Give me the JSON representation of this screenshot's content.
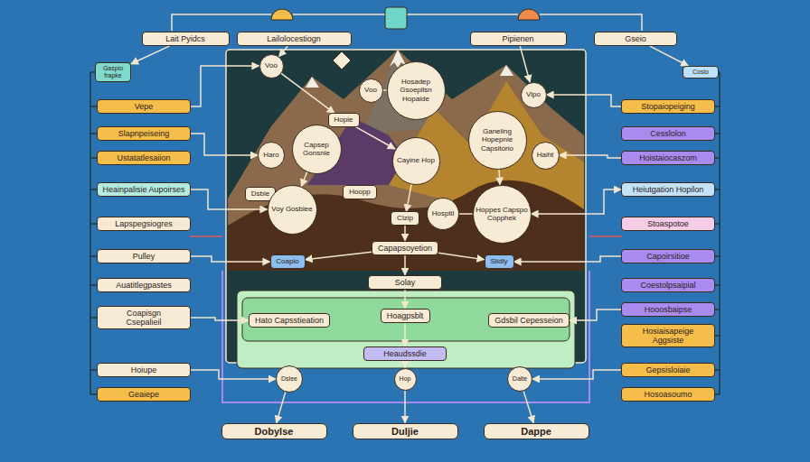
{
  "diagram": {
    "nodes": [
      {
        "text": [
          "Lait Pyidcs"
        ]
      },
      {
        "text": [
          "Lailolocestiogn"
        ]
      },
      {
        "text": [
          "Pipienen"
        ]
      },
      {
        "text": [
          "Gseio"
        ]
      },
      {
        "text": [
          "Gaspio frapke"
        ]
      },
      {
        "text": [
          "Vepe"
        ]
      },
      {
        "text": [
          "Slapnpeiseing"
        ]
      },
      {
        "text": [
          "Ustatatlesaiion"
        ]
      },
      {
        "text": [
          "Heainpalisie Aupoirses"
        ]
      },
      {
        "text": [
          "Lapspegsiogres"
        ]
      },
      {
        "text": [
          "Pulley"
        ]
      },
      {
        "text": [
          "Auatitlegpastes"
        ]
      },
      {
        "text": [
          "Coapisgn",
          "Csepalieil"
        ]
      },
      {
        "text": [
          "Hoiupe"
        ]
      },
      {
        "text": [
          "Geaiepe"
        ]
      },
      {
        "text": [
          "Voo"
        ]
      },
      {
        "text": [
          "Voo"
        ]
      },
      {
        "text": [
          "Hosadep Gsoepilsn Hopaide"
        ]
      },
      {
        "text": [
          "Vipo"
        ]
      },
      {
        "text": [
          "Hopie"
        ]
      },
      {
        "text": [
          "Haro"
        ]
      },
      {
        "text": [
          "Capsep Gonsnie"
        ]
      },
      {
        "text": [
          "Cayine Hop"
        ]
      },
      {
        "text": [
          "Ganeling Hopepnie Capsitorio"
        ]
      },
      {
        "text": [
          "Haiht"
        ]
      },
      {
        "text": [
          "Dsbie"
        ]
      },
      {
        "text": [
          "Voy Gosblee"
        ]
      },
      {
        "text": [
          "Hoopp"
        ]
      },
      {
        "text": [
          "Clzip"
        ]
      },
      {
        "text": [
          "Hosptil"
        ]
      },
      {
        "text": [
          "Hoppes Capspo Copphek"
        ]
      },
      {
        "text": [
          "Capapsoyetion"
        ]
      },
      {
        "text": [
          "Coapio"
        ]
      },
      {
        "text": [
          "Slidly"
        ]
      },
      {
        "text": [
          "Solay"
        ]
      },
      {
        "text": [
          "Hato Capsstieation"
        ]
      },
      {
        "text": [
          "Hoagpsblt"
        ]
      },
      {
        "text": [
          "Gdsbil Cepesseion"
        ]
      },
      {
        "text": [
          "Heaudssdie"
        ]
      },
      {
        "text": [
          "Dslee"
        ]
      },
      {
        "text": [
          "Hop"
        ]
      },
      {
        "text": [
          "Dalte"
        ]
      },
      {
        "text": [
          "Coslo"
        ]
      },
      {
        "text": [
          "Stopaiopeiging"
        ]
      },
      {
        "text": [
          "Cesslolon"
        ]
      },
      {
        "text": [
          "Hoistaiocaszom"
        ]
      },
      {
        "text": [
          "Heiutgation Hopilon"
        ]
      },
      {
        "text": [
          "Stoaspotoe"
        ]
      },
      {
        "text": [
          "Capoirsitioe"
        ]
      },
      {
        "text": [
          "Coestolpsaipial"
        ]
      },
      {
        "text": [
          "Hooosbaipse"
        ]
      },
      {
        "text": [
          "Hosiaisapeige Aggsiste"
        ]
      },
      {
        "text": [
          "Gepsisloiaie"
        ]
      },
      {
        "text": [
          "Hosoasoumo"
        ]
      },
      {
        "text": [
          "Dobylse"
        ]
      },
      {
        "text": [
          "Duljie"
        ]
      },
      {
        "text": [
          "Dappe"
        ]
      }
    ],
    "edges": [
      {
        "from": 5,
        "to": 15,
        "arrow": "to"
      },
      {
        "from": 6,
        "to": 20,
        "arrow": "to"
      },
      {
        "from": 8,
        "to": 26,
        "arrow": "to"
      },
      {
        "from": 10,
        "to": 32,
        "arrow": "to"
      },
      {
        "from": 12,
        "to": 35,
        "arrow": "to"
      },
      {
        "from": 13,
        "to": 39,
        "arrow": "to"
      },
      {
        "from": 43,
        "to": 18,
        "arrow": "to"
      },
      {
        "from": 45,
        "to": 24,
        "arrow": "to"
      },
      {
        "from": 46,
        "to": 30,
        "arrow": "both"
      },
      {
        "from": 48,
        "to": 33,
        "arrow": "to"
      },
      {
        "from": 50,
        "to": 37,
        "arrow": "to"
      },
      {
        "from": 52,
        "to": 41,
        "arrow": "to"
      },
      {
        "from": 15,
        "to": 19,
        "arrow": "to"
      },
      {
        "from": 16,
        "to": 17,
        "arrow": "none"
      },
      {
        "from": 19,
        "to": 22,
        "arrow": "to"
      },
      {
        "from": 21,
        "to": 26,
        "arrow": "to"
      },
      {
        "from": 22,
        "to": 28,
        "arrow": "to"
      },
      {
        "from": 28,
        "to": 31,
        "arrow": "to"
      },
      {
        "from": 31,
        "to": 34,
        "arrow": "to"
      },
      {
        "from": 34,
        "to": 36,
        "arrow": "to"
      },
      {
        "from": 36,
        "to": 38,
        "arrow": "to"
      },
      {
        "from": 38,
        "to": 40,
        "arrow": "to"
      },
      {
        "from": 23,
        "to": 30,
        "arrow": "to"
      },
      {
        "from": 29,
        "to": 30,
        "arrow": "none"
      },
      {
        "from": 31,
        "to": 32,
        "arrow": "to"
      },
      {
        "from": 31,
        "to": 33,
        "arrow": "to"
      },
      {
        "from": 39,
        "to": 54,
        "arrow": "to"
      },
      {
        "from": 40,
        "to": 55,
        "arrow": "to"
      },
      {
        "from": 41,
        "to": 56,
        "arrow": "to"
      },
      {
        "from": 1,
        "to": 15,
        "arrow": "to"
      },
      {
        "from": 2,
        "to": 18,
        "arrow": "to"
      },
      {
        "from": 3,
        "to": 42,
        "arrow": "to"
      },
      {
        "from": 0,
        "to": 4,
        "arrow": "to"
      }
    ]
  }
}
